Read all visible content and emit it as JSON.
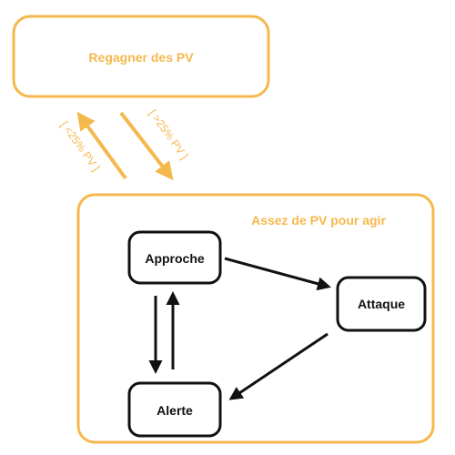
{
  "colors": {
    "accent": "#f5b84d",
    "node_border": "#111111",
    "edge": "#111111"
  },
  "outer": {
    "regain_label": "Regagner des PV",
    "enough_label": "Assez de PV pour agir"
  },
  "transitions": {
    "to_regain": "[ <25% PV ]",
    "to_enough": "[ >25% PV ]"
  },
  "states": {
    "approche": "Approche",
    "attaque": "Attaque",
    "alerte": "Alerte"
  }
}
